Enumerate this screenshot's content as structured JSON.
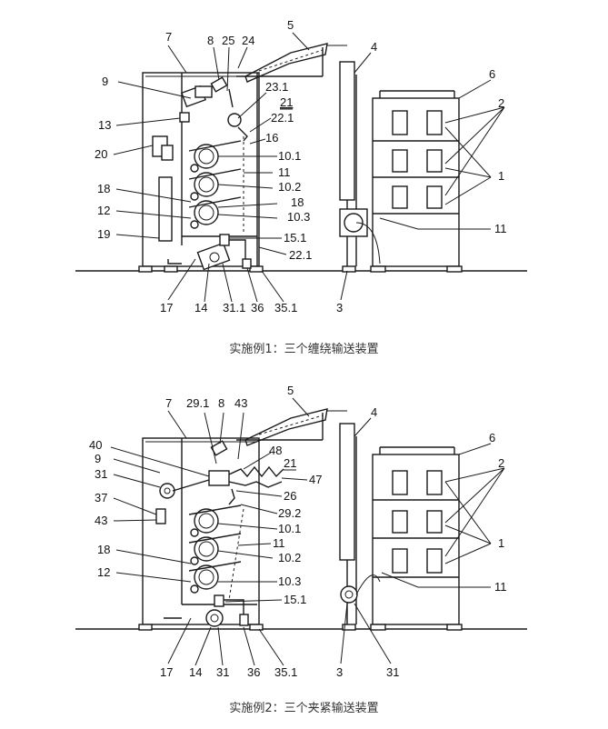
{
  "figure1": {
    "caption": "实施例1：三个缠绕输送装置",
    "labels": {
      "l7": "7",
      "l8": "8",
      "l25": "25",
      "l24": "24",
      "l5": "5",
      "l4": "4",
      "l6": "6",
      "l9": "9",
      "l23_1": "23.1",
      "l21": "21",
      "l22_1a": "22.1",
      "l2": "2",
      "l13": "13",
      "l16": "16",
      "l20": "20",
      "l10_1": "10.1",
      "l11": "11",
      "l18a": "18",
      "l10_2": "10.2",
      "l18b": "18",
      "l1": "1",
      "l12": "12",
      "l10_3": "10.3",
      "l19": "19",
      "l11b": "11",
      "l15_1": "15.1",
      "l22_1b": "22.1",
      "l17": "17",
      "l14": "14",
      "l31_1": "31.1",
      "l36": "36",
      "l35_1": "35.1",
      "l3": "3"
    }
  },
  "figure2": {
    "caption": "实施例2：三个夹紧输送装置",
    "labels": {
      "l7": "7",
      "l29_1": "29.1",
      "l8": "8",
      "l43a": "43",
      "l5": "5",
      "l4": "4",
      "l6": "6",
      "l40": "40",
      "l48": "48",
      "l9": "9",
      "l21": "21",
      "l2": "2",
      "l31a": "31",
      "l47": "47",
      "l26": "26",
      "l37": "37",
      "l29_2": "29.2",
      "l43b": "43",
      "l10_1": "10.1",
      "l1": "1",
      "l18": "18",
      "l11": "11",
      "l10_2": "10.2",
      "l12": "12",
      "l10_3": "10.3",
      "l11b": "11",
      "l15_1": "15.1",
      "l17": "17",
      "l14": "14",
      "l31b": "31",
      "l36": "36",
      "l35_1": "35.1",
      "l3": "3",
      "l31c": "31"
    }
  }
}
